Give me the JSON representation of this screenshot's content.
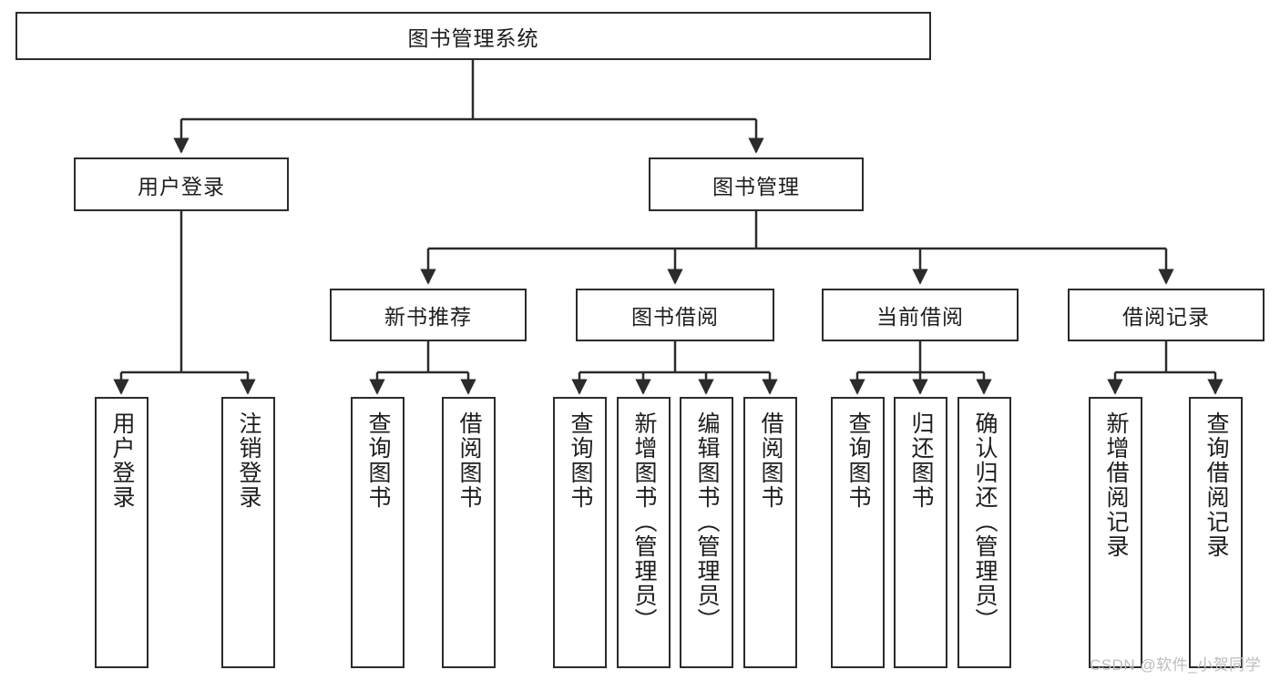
{
  "diagram": {
    "title": "图书管理系统",
    "stroke_color": "#2b2b2b",
    "text_color": "#1d1d1d",
    "background": "#ffffff",
    "watermark": "CSDN @软件_小贺同学",
    "watermark_color": "#bdbdbd"
  },
  "root": {
    "label": "图书管理系统"
  },
  "level2": [
    {
      "label": "用户登录"
    },
    {
      "label": "图书管理"
    }
  ],
  "level3": [
    {
      "label": "新书推荐"
    },
    {
      "label": "图书借阅"
    },
    {
      "label": "当前借阅"
    },
    {
      "label": "借阅记录"
    }
  ],
  "leaves": {
    "user_login": [
      {
        "label": "用户登录"
      },
      {
        "label": "注销登录"
      }
    ],
    "new_book": [
      {
        "label": "查询图书"
      },
      {
        "label": "借阅图书"
      }
    ],
    "borrow_book": [
      {
        "label": "查询图书"
      },
      {
        "label": "新增图书（管理员）"
      },
      {
        "label": "编辑图书（管理员）"
      },
      {
        "label": "借阅图书"
      }
    ],
    "current_borrow": [
      {
        "label": "查询图书"
      },
      {
        "label": "归还图书"
      },
      {
        "label": "确认归还（管理员）"
      }
    ],
    "borrow_record": [
      {
        "label": "新增借阅记录"
      },
      {
        "label": "查询借阅记录"
      }
    ]
  }
}
